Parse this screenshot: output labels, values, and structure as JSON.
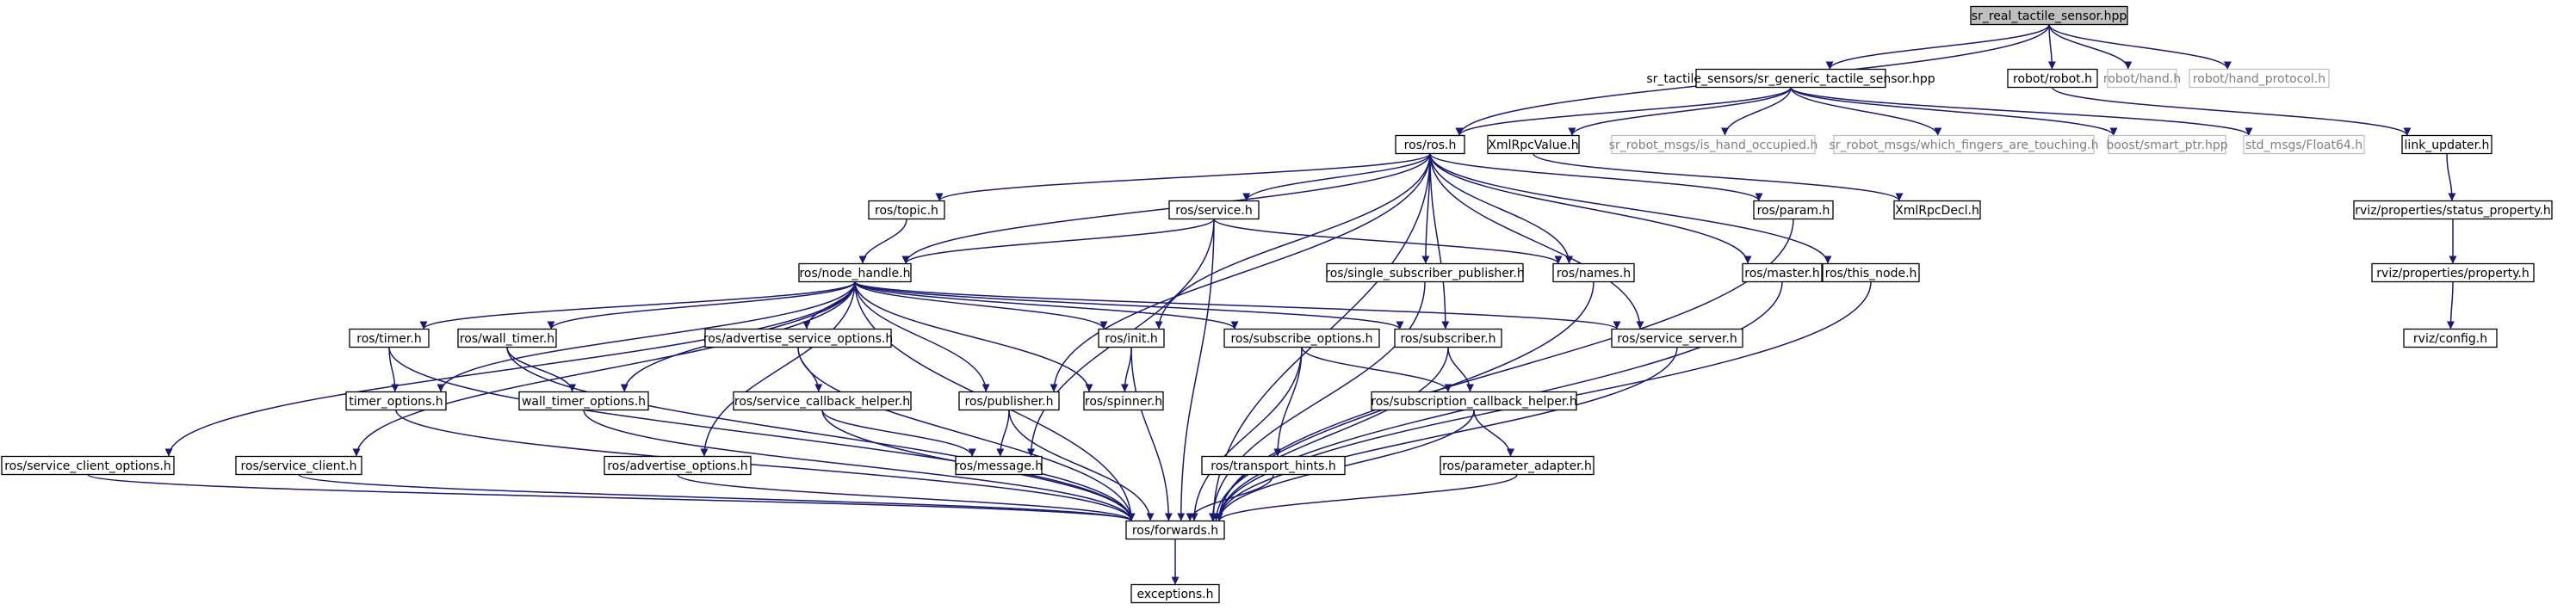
{
  "colors": {
    "edge": "#191970",
    "text": "#000000",
    "border": "#000000",
    "border_external": "#bfbfbf",
    "text_external": "#7f7f7f",
    "root_fill": "#bfbfbf",
    "node_fill": "#ffffff"
  },
  "nodes": [
    {
      "id": "root",
      "label": "sr_real_tactile_sensor.hpp",
      "kind": "root"
    },
    {
      "id": "generic",
      "label": "sr_tactile_sensors/sr_generic_tactile_sensor.hpp",
      "kind": "normal"
    },
    {
      "id": "robot_robot",
      "label": "robot/robot.h",
      "kind": "normal"
    },
    {
      "id": "robot_hand",
      "label": "robot/hand.h",
      "kind": "external"
    },
    {
      "id": "robot_hand_protocol",
      "label": "robot/hand_protocol.h",
      "kind": "external"
    },
    {
      "id": "ros_ros",
      "label": "ros/ros.h",
      "kind": "normal"
    },
    {
      "id": "xmlrpcvalue",
      "label": "XmlRpcValue.h",
      "kind": "normal"
    },
    {
      "id": "is_hand_occupied",
      "label": "sr_robot_msgs/is_hand_occupied.h",
      "kind": "external"
    },
    {
      "id": "which_fingers",
      "label": "sr_robot_msgs/which_fingers_are_touching.h",
      "kind": "external"
    },
    {
      "id": "smart_ptr",
      "label": "boost/smart_ptr.hpp",
      "kind": "external"
    },
    {
      "id": "float64",
      "label": "std_msgs/Float64.h",
      "kind": "external"
    },
    {
      "id": "link_updater",
      "label": "link_updater.h",
      "kind": "normal"
    },
    {
      "id": "ros_topic",
      "label": "ros/topic.h",
      "kind": "normal"
    },
    {
      "id": "ros_service",
      "label": "ros/service.h",
      "kind": "normal"
    },
    {
      "id": "ros_param",
      "label": "ros/param.h",
      "kind": "normal"
    },
    {
      "id": "xmlrpcdecl",
      "label": "XmlRpcDecl.h",
      "kind": "normal"
    },
    {
      "id": "status_property",
      "label": "rviz/properties/status_property.h",
      "kind": "normal"
    },
    {
      "id": "ros_node_handle",
      "label": "ros/node_handle.h",
      "kind": "normal"
    },
    {
      "id": "single_sub_pub",
      "label": "ros/single_subscriber_publisher.h",
      "kind": "normal"
    },
    {
      "id": "ros_names",
      "label": "ros/names.h",
      "kind": "normal"
    },
    {
      "id": "ros_master",
      "label": "ros/master.h",
      "kind": "normal"
    },
    {
      "id": "ros_this_node",
      "label": "ros/this_node.h",
      "kind": "normal"
    },
    {
      "id": "property",
      "label": "rviz/properties/property.h",
      "kind": "normal"
    },
    {
      "id": "ros_timer",
      "label": "ros/timer.h",
      "kind": "normal"
    },
    {
      "id": "ros_wall_timer",
      "label": "ros/wall_timer.h",
      "kind": "normal"
    },
    {
      "id": "adv_service_opts",
      "label": "ros/advertise_service_options.h",
      "kind": "normal"
    },
    {
      "id": "ros_init",
      "label": "ros/init.h",
      "kind": "normal"
    },
    {
      "id": "subscribe_opts",
      "label": "ros/subscribe_options.h",
      "kind": "normal"
    },
    {
      "id": "ros_subscriber",
      "label": "ros/subscriber.h",
      "kind": "normal"
    },
    {
      "id": "service_server",
      "label": "ros/service_server.h",
      "kind": "normal"
    },
    {
      "id": "rviz_config",
      "label": "rviz/config.h",
      "kind": "normal"
    },
    {
      "id": "timer_opts",
      "label": "timer_options.h",
      "kind": "normal"
    },
    {
      "id": "wall_timer_opts",
      "label": "wall_timer_options.h",
      "kind": "normal"
    },
    {
      "id": "service_cb_helper",
      "label": "ros/service_callback_helper.h",
      "kind": "normal"
    },
    {
      "id": "ros_publisher",
      "label": "ros/publisher.h",
      "kind": "normal"
    },
    {
      "id": "ros_spinner",
      "label": "ros/spinner.h",
      "kind": "normal"
    },
    {
      "id": "sub_cb_helper",
      "label": "ros/subscription_callback_helper.h",
      "kind": "normal"
    },
    {
      "id": "service_client_opts",
      "label": "ros/service_client_options.h",
      "kind": "normal"
    },
    {
      "id": "service_client",
      "label": "ros/service_client.h",
      "kind": "normal"
    },
    {
      "id": "adv_opts",
      "label": "ros/advertise_options.h",
      "kind": "normal"
    },
    {
      "id": "ros_message",
      "label": "ros/message.h",
      "kind": "normal"
    },
    {
      "id": "transport_hints",
      "label": "ros/transport_hints.h",
      "kind": "normal"
    },
    {
      "id": "parameter_adapter",
      "label": "ros/parameter_adapter.h",
      "kind": "normal"
    },
    {
      "id": "ros_forwards",
      "label": "ros/forwards.h",
      "kind": "normal"
    },
    {
      "id": "exceptions",
      "label": "exceptions.h",
      "kind": "normal"
    }
  ],
  "edges": [
    [
      "root",
      "generic"
    ],
    [
      "root",
      "robot_robot"
    ],
    [
      "root",
      "robot_hand"
    ],
    [
      "root",
      "robot_hand_protocol"
    ],
    [
      "root",
      "ros_ros"
    ],
    [
      "generic",
      "ros_ros"
    ],
    [
      "generic",
      "xmlrpcvalue"
    ],
    [
      "generic",
      "is_hand_occupied"
    ],
    [
      "generic",
      "which_fingers"
    ],
    [
      "generic",
      "smart_ptr"
    ],
    [
      "generic",
      "float64"
    ],
    [
      "robot_robot",
      "link_updater"
    ],
    [
      "link_updater",
      "status_property"
    ],
    [
      "status_property",
      "property"
    ],
    [
      "property",
      "rviz_config"
    ],
    [
      "ros_ros",
      "ros_topic"
    ],
    [
      "ros_ros",
      "ros_service"
    ],
    [
      "ros_ros",
      "ros_param"
    ],
    [
      "ros_ros",
      "ros_node_handle"
    ],
    [
      "ros_ros",
      "single_sub_pub"
    ],
    [
      "ros_ros",
      "ros_names"
    ],
    [
      "ros_ros",
      "ros_master"
    ],
    [
      "ros_ros",
      "ros_this_node"
    ],
    [
      "ros_ros",
      "ros_init"
    ],
    [
      "ros_ros",
      "ros_publisher"
    ],
    [
      "ros_ros",
      "ros_subscriber"
    ],
    [
      "ros_ros",
      "service_server"
    ],
    [
      "ros_ros",
      "ros_forwards"
    ],
    [
      "xmlrpcvalue",
      "xmlrpcdecl"
    ],
    [
      "ros_topic",
      "ros_node_handle"
    ],
    [
      "ros_service",
      "ros_node_handle"
    ],
    [
      "ros_service",
      "ros_names"
    ],
    [
      "ros_service",
      "ros_message"
    ],
    [
      "ros_service",
      "ros_forwards"
    ],
    [
      "ros_param",
      "ros_forwards"
    ],
    [
      "ros_node_handle",
      "service_client_opts"
    ],
    [
      "ros_node_handle",
      "service_client"
    ],
    [
      "ros_node_handle",
      "timer_opts"
    ],
    [
      "ros_node_handle",
      "ros_timer"
    ],
    [
      "ros_node_handle",
      "ros_wall_timer"
    ],
    [
      "ros_node_handle",
      "wall_timer_opts"
    ],
    [
      "ros_node_handle",
      "adv_opts"
    ],
    [
      "ros_node_handle",
      "adv_service_opts"
    ],
    [
      "ros_node_handle",
      "ros_publisher"
    ],
    [
      "ros_node_handle",
      "ros_init"
    ],
    [
      "ros_node_handle",
      "ros_spinner"
    ],
    [
      "ros_node_handle",
      "subscribe_opts"
    ],
    [
      "ros_node_handle",
      "ros_subscriber"
    ],
    [
      "ros_node_handle",
      "service_server"
    ],
    [
      "ros_node_handle",
      "ros_forwards"
    ],
    [
      "single_sub_pub",
      "ros_forwards"
    ],
    [
      "ros_names",
      "ros_forwards"
    ],
    [
      "ros_master",
      "ros_forwards"
    ],
    [
      "ros_this_node",
      "ros_forwards"
    ],
    [
      "ros_timer",
      "timer_opts"
    ],
    [
      "ros_timer",
      "ros_forwards"
    ],
    [
      "ros_wall_timer",
      "wall_timer_opts"
    ],
    [
      "ros_wall_timer",
      "ros_forwards"
    ],
    [
      "timer_opts",
      "ros_forwards"
    ],
    [
      "wall_timer_opts",
      "ros_forwards"
    ],
    [
      "adv_service_opts",
      "service_cb_helper"
    ],
    [
      "adv_service_opts",
      "ros_forwards"
    ],
    [
      "service_cb_helper",
      "ros_message"
    ],
    [
      "service_cb_helper",
      "ros_forwards"
    ],
    [
      "ros_publisher",
      "ros_message"
    ],
    [
      "ros_publisher",
      "ros_forwards"
    ],
    [
      "ros_init",
      "ros_spinner"
    ],
    [
      "ros_init",
      "ros_forwards"
    ],
    [
      "subscribe_opts",
      "transport_hints"
    ],
    [
      "subscribe_opts",
      "sub_cb_helper"
    ],
    [
      "subscribe_opts",
      "ros_forwards"
    ],
    [
      "ros_subscriber",
      "sub_cb_helper"
    ],
    [
      "ros_subscriber",
      "ros_forwards"
    ],
    [
      "sub_cb_helper",
      "parameter_adapter"
    ],
    [
      "sub_cb_helper",
      "ros_forwards"
    ],
    [
      "parameter_adapter",
      "ros_forwards"
    ],
    [
      "transport_hints",
      "ros_forwards"
    ],
    [
      "service_server",
      "ros_forwards"
    ],
    [
      "service_client_opts",
      "ros_forwards"
    ],
    [
      "service_client",
      "ros_forwards"
    ],
    [
      "adv_opts",
      "ros_forwards"
    ],
    [
      "ros_forwards",
      "exceptions"
    ]
  ]
}
